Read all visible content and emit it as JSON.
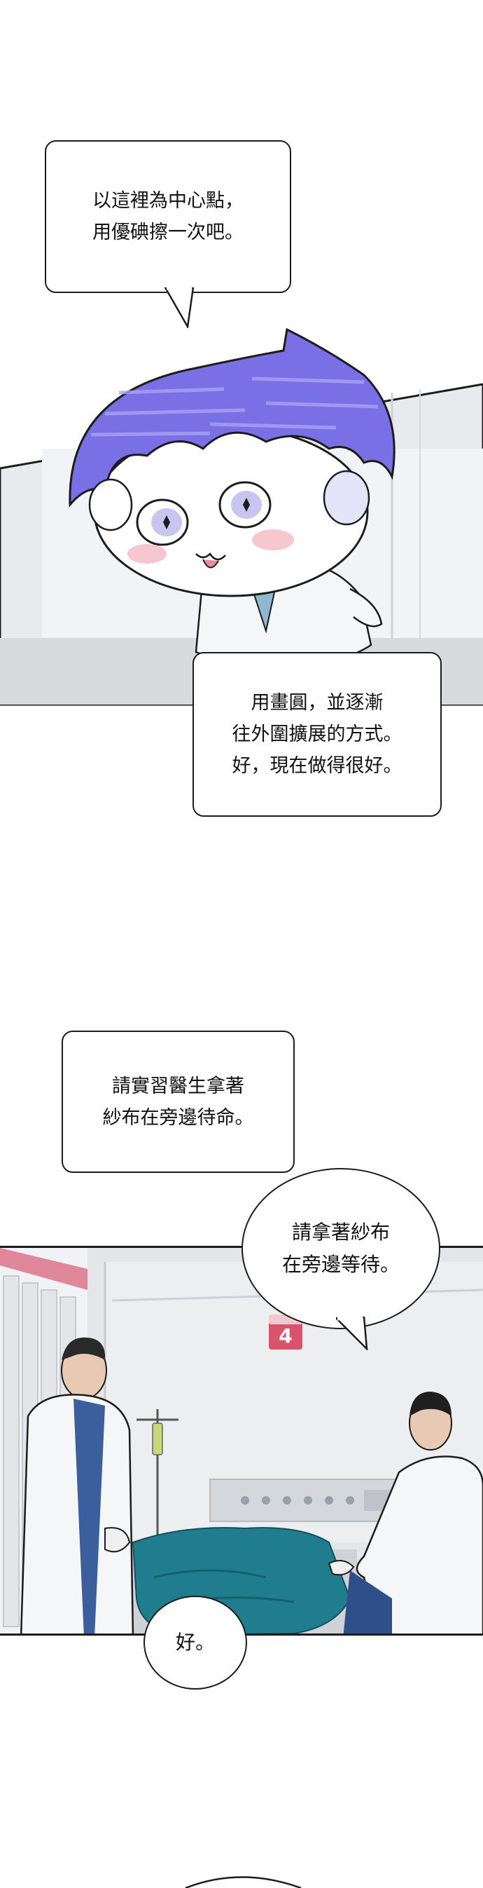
{
  "bubbles": {
    "b1": "以這裡為中心點，\n用優碘擦一次吧。",
    "b2": "用畫圓，並逐漸\n往外圍擴展的方式。\n好，現在做得很好。",
    "b3": "請實習醫生拿著\n紗布在旁邊待命。",
    "b4": "請拿著紗布\n在旁邊等待。",
    "b5": "好。"
  },
  "scene": {
    "room_sign": "4"
  },
  "colors": {
    "ink": "#1c1c1c",
    "hair_purple": "#7a70e6",
    "coat_white": "#f4f6f8",
    "drape_teal": "#1f7d8e",
    "sign_red": "#d9536a"
  }
}
